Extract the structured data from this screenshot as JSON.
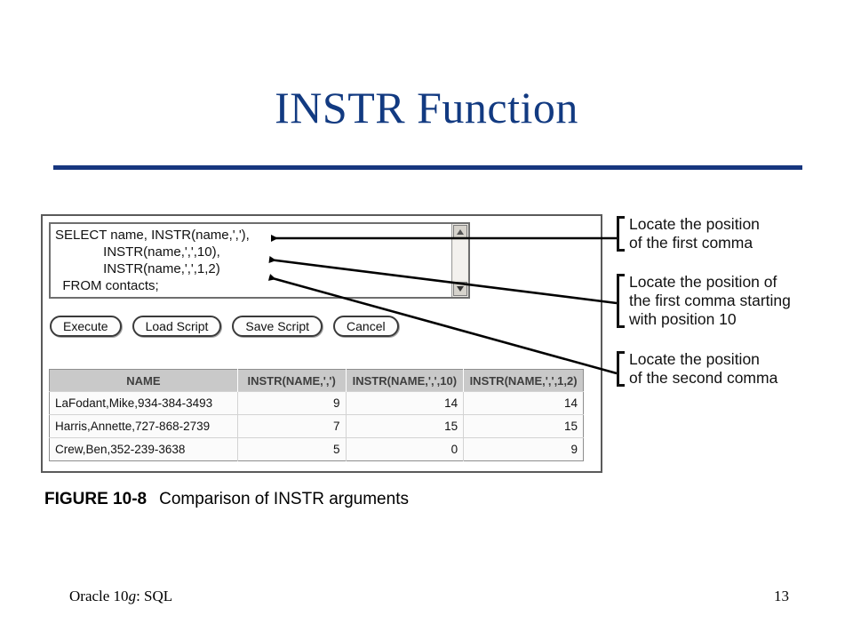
{
  "slide": {
    "title": "INSTR Function",
    "title_color": "#123a81",
    "rule_color": "#17367f"
  },
  "editor": {
    "sql": "SELECT name, INSTR(name,','),\n             INSTR(name,',',10),\n             INSTR(name,',',1,2)\n  FROM contacts;",
    "scrollbar": {
      "up_arrow": "scroll-up-icon",
      "down_arrow": "scroll-down-icon"
    }
  },
  "buttons": [
    {
      "label": "Execute"
    },
    {
      "label": "Load Script"
    },
    {
      "label": "Save Script"
    },
    {
      "label": "Cancel"
    }
  ],
  "results": {
    "headers": [
      "NAME",
      "INSTR(NAME,',')",
      "INSTR(NAME,',',10)",
      "INSTR(NAME,',',1,2)"
    ],
    "rows": [
      {
        "name": "LaFodant,Mike,934-384-3493",
        "v1": "9",
        "v2": "14",
        "v3": "14"
      },
      {
        "name": "Harris,Annette,727-868-2739",
        "v1": "7",
        "v2": "15",
        "v3": "15"
      },
      {
        "name": "Crew,Ben,352-239-3638",
        "v1": "5",
        "v2": "0",
        "v3": "9"
      }
    ]
  },
  "annotations": [
    {
      "text": "Locate the position\nof the first comma"
    },
    {
      "text": "Locate the position of\nthe first comma starting\nwith position 10"
    },
    {
      "text": "Locate the position\nof the second comma"
    }
  ],
  "caption": {
    "label": "FIGURE 10-8",
    "text": "Comparison of INSTR arguments"
  },
  "footer": {
    "book_prefix": "Oracle 10",
    "book_italic": "g",
    "book_suffix": ": SQL",
    "page": "13"
  }
}
